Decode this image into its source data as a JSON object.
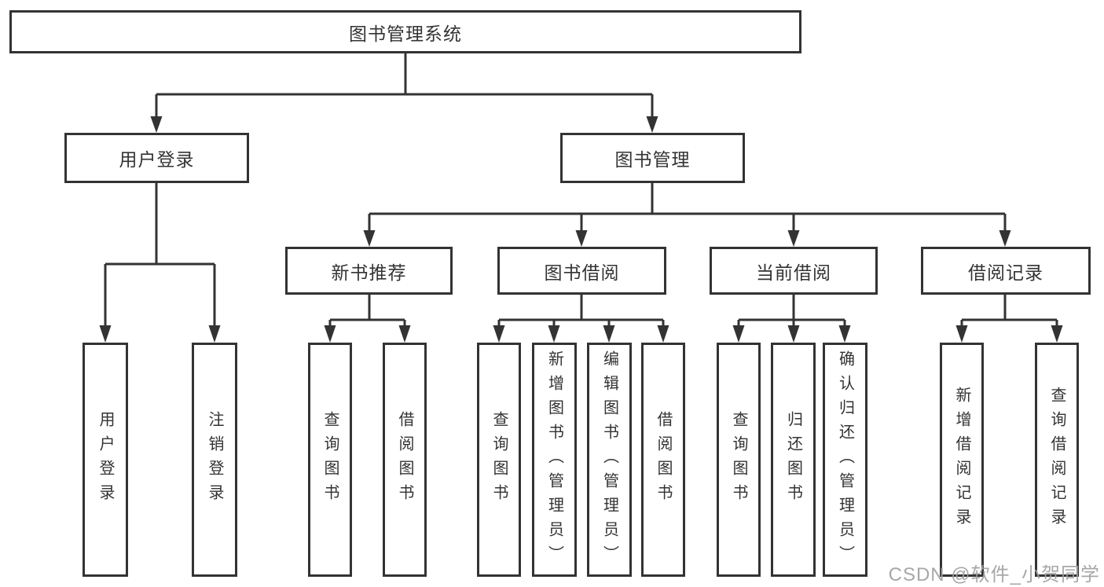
{
  "tree": {
    "root": {
      "label": "图书管理系统"
    },
    "user_login": {
      "label": "用户登录",
      "children": [
        {
          "label": "用户登录"
        },
        {
          "label": "注销登录"
        }
      ]
    },
    "book_management": {
      "label": "图书管理",
      "children": [
        {
          "label": "新书推荐",
          "children": [
            {
              "label": "查询图书"
            },
            {
              "label": "借阅图书"
            }
          ]
        },
        {
          "label": "图书借阅",
          "children": [
            {
              "label": "查询图书"
            },
            {
              "label": "新增图书（管理员）"
            },
            {
              "label": "编辑图书（管理员）"
            },
            {
              "label": "借阅图书"
            }
          ]
        },
        {
          "label": "当前借阅",
          "children": [
            {
              "label": "查询图书"
            },
            {
              "label": "归还图书"
            },
            {
              "label": "确认归还（管理员）"
            }
          ]
        },
        {
          "label": "借阅记录",
          "children": [
            {
              "label": "新增借阅记录"
            },
            {
              "label": "查询借阅记录"
            }
          ]
        }
      ]
    }
  },
  "watermark": {
    "text": "CSDN @软件_小贺同学",
    "color": "#a0a0a0"
  },
  "style": {
    "line_color": "#333333",
    "box_border_color": "#333333",
    "text_color": "#333333",
    "background": "#ffffff"
  }
}
